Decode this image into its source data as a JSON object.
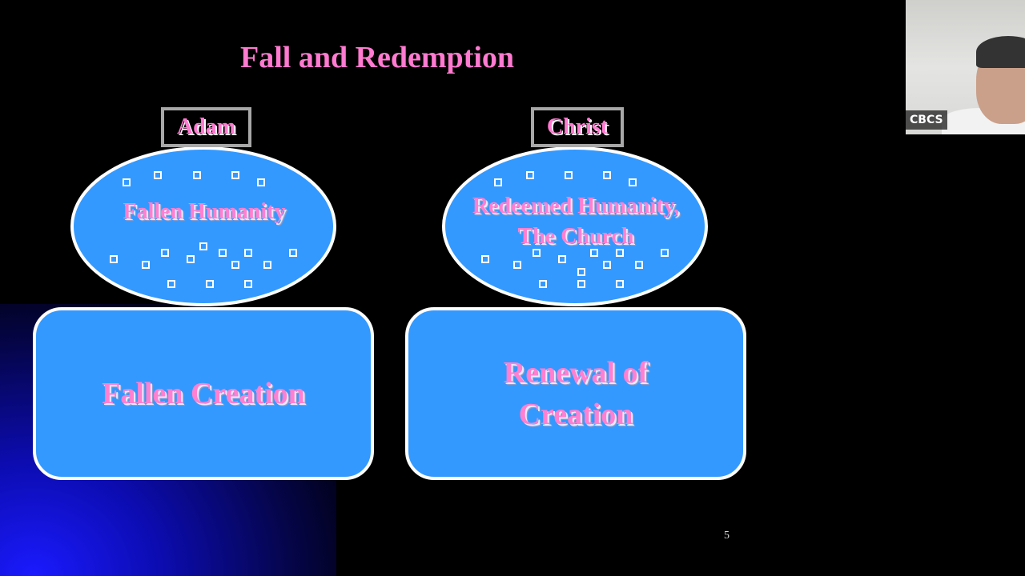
{
  "slide": {
    "title": "Fall and Redemption",
    "left": {
      "head": "Adam",
      "ellipse": "Fallen Humanity",
      "box": "Fallen Creation"
    },
    "right": {
      "head": "Christ",
      "ellipse_line1": "Redeemed Humanity,",
      "ellipse_line2": "The Church",
      "box_line1": "Renewal of",
      "box_line2": "Creation"
    },
    "page_number": "5"
  },
  "video": {
    "participant_name": "CBCS"
  }
}
